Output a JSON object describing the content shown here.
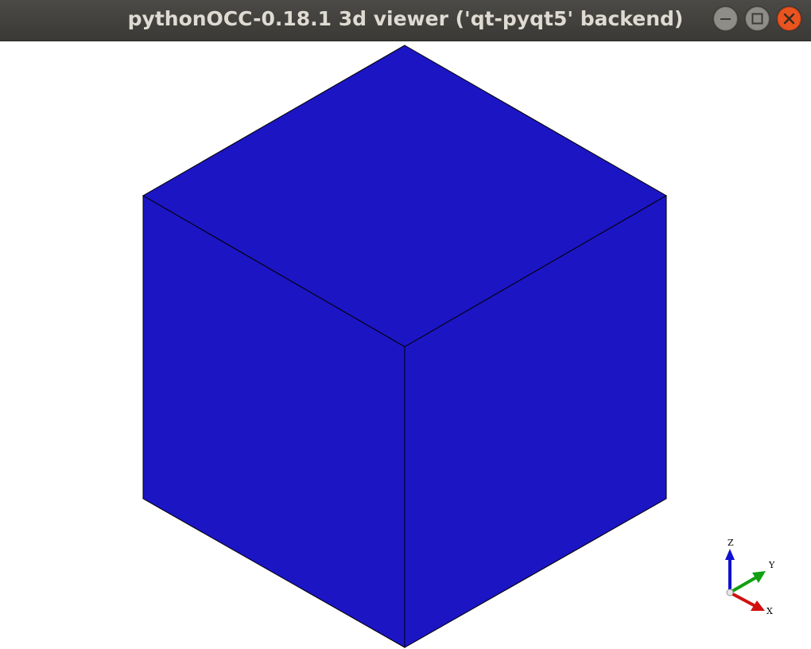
{
  "window": {
    "title": "pythonOCC-0.18.1 3d viewer ('qt-pyqt5' backend)",
    "controls": {
      "minimize": "minimize-icon",
      "maximize": "maximize-icon",
      "close": "close-icon"
    }
  },
  "viewer": {
    "background": "#ffffff",
    "shape": {
      "type": "box",
      "face_color": "#1c15c4",
      "edge_color": "#000000"
    },
    "trihedron": {
      "x_label": "X",
      "y_label": "Y",
      "z_label": "Z",
      "x_color": "#d01010",
      "y_color": "#10a010",
      "z_color": "#1010d0"
    }
  }
}
